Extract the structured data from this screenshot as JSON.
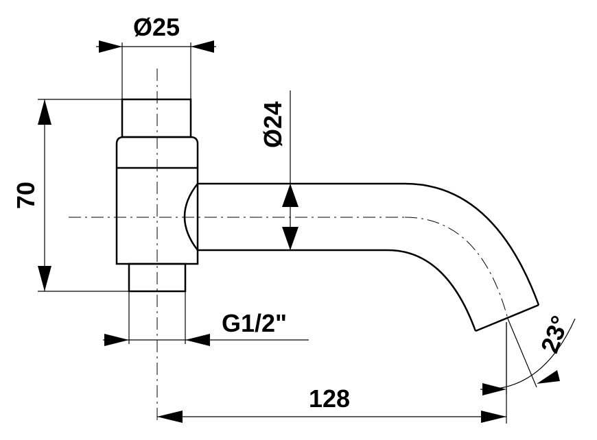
{
  "dimensions": {
    "top_diameter": "Ø25",
    "spout_diameter": "Ø24",
    "height": "70",
    "thread": "G1/2\"",
    "length": "128",
    "angle": "23°"
  }
}
